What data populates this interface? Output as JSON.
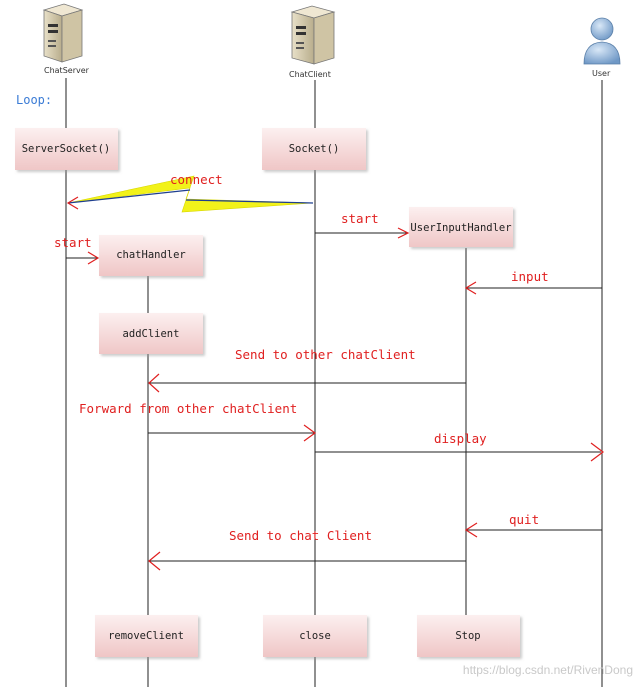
{
  "actors": {
    "server": "ChatServer",
    "client": "ChatClient",
    "user": "User"
  },
  "loop_label": "Loop:",
  "boxes": {
    "server_socket": "ServerSocket()",
    "socket": "Socket()",
    "user_input_handler": "UserInputHandler",
    "chat_handler": "chatHandler",
    "add_client": "addClient",
    "remove_client": "removeClient",
    "close": "close",
    "stop": "Stop"
  },
  "messages": {
    "connect": "connect",
    "start_client": "start",
    "start_server": "start",
    "input": "input",
    "send_to_other": "Send to other chatClient",
    "forward_from_other": "Forward from other chatClient",
    "display": "display",
    "quit": "quit",
    "send_to_chat_client": "Send to chat Client"
  },
  "watermark": "https://blog.csdn.net/RivenDong",
  "colors": {
    "box_fill_top": "#fbeaea",
    "box_fill_bottom": "#f0c8c8",
    "message_text": "#e02020",
    "loop_text": "#3a7bd5",
    "lightning_fill": "#f2f21a",
    "user_icon": "#8fb3d9"
  }
}
